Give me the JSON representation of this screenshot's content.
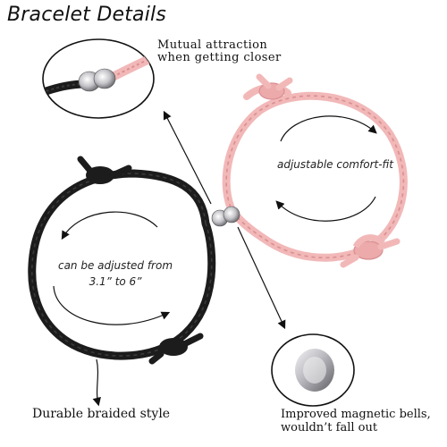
{
  "title": "Bracelet Details",
  "callouts": {
    "mutual_line1": "Mutual attraction",
    "mutual_line2": "when getting closer",
    "comfort": "adjustable comfort-fit",
    "adjust_line1": "can be adjusted from",
    "adjust_line2": "3.1” to 6”",
    "durable": "Durable braided style",
    "magnet_line1": "Improved magnetic bells,",
    "magnet_line2": "wouldn’t fall out"
  },
  "colors": {
    "pink_cord": "#f2b8b8",
    "pink_cord_dark": "#d98f92",
    "black_cord": "#1c1c1c",
    "black_cord_light": "#3a3a3a",
    "metal": "#c8c8cc",
    "metal_dark": "#6b6b70"
  }
}
